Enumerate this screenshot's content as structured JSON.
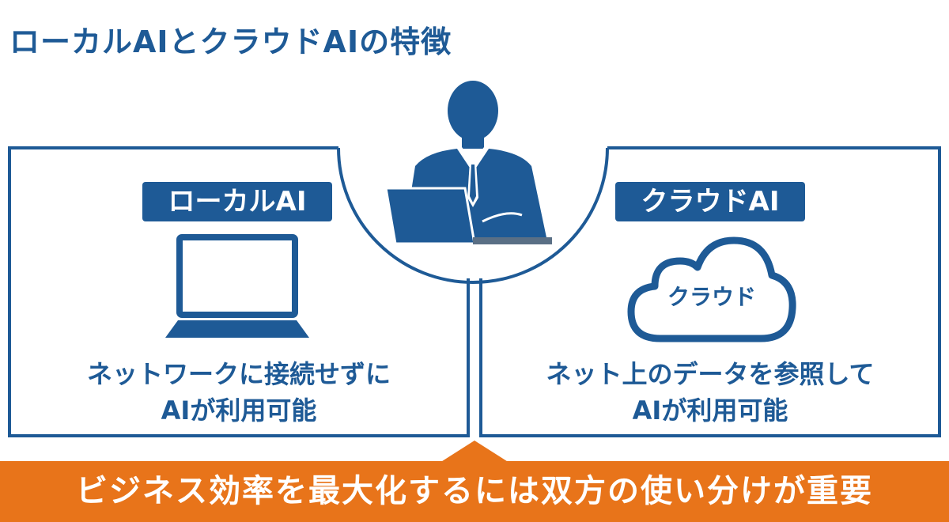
{
  "title": "ローカルAIとクラウドAIの特徴",
  "local": {
    "label": "ローカルAI",
    "caption_line1": "ネットワークに接続せずに",
    "caption_line2": "AIが利用可能"
  },
  "cloud": {
    "label": "クラウドAI",
    "icon_text": "クラウド",
    "caption_line1": "ネット上のデータを参照して",
    "caption_line2": "AIが利用可能"
  },
  "bottom": {
    "text": "ビジネス効率を最大化するには双方の使い分けが重要"
  },
  "colors": {
    "primary": "#1e5a96",
    "accent": "#e8741a",
    "background": "#ffffff"
  },
  "icons": [
    "person-with-laptop-icon",
    "laptop-icon",
    "cloud-icon"
  ]
}
